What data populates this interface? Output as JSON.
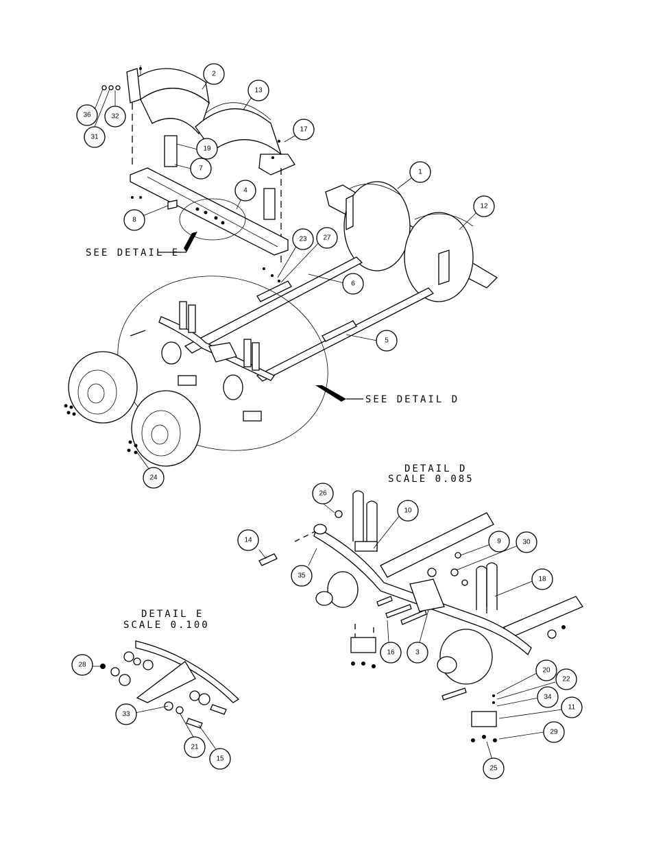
{
  "callouts": {
    "see_detail_e": "SEE DETAIL E",
    "see_detail_d": "SEE DETAIL D",
    "detail_d_title": "DETAIL D",
    "detail_d_scale": "SCALE 0.085",
    "detail_e_title": "DETAIL E",
    "detail_e_scale": "SCALE 0.100"
  },
  "link": {
    "text": ""
  },
  "balloons": [
    "2",
    "13",
    "17",
    "36",
    "32",
    "31",
    "19",
    "7",
    "1",
    "12",
    "4",
    "8",
    "23",
    "27",
    "6",
    "5",
    "24",
    "26",
    "10",
    "14",
    "9",
    "30",
    "35",
    "18",
    "16",
    "3",
    "20",
    "22",
    "34",
    "11",
    "29",
    "25",
    "28",
    "33",
    "21",
    "15"
  ]
}
